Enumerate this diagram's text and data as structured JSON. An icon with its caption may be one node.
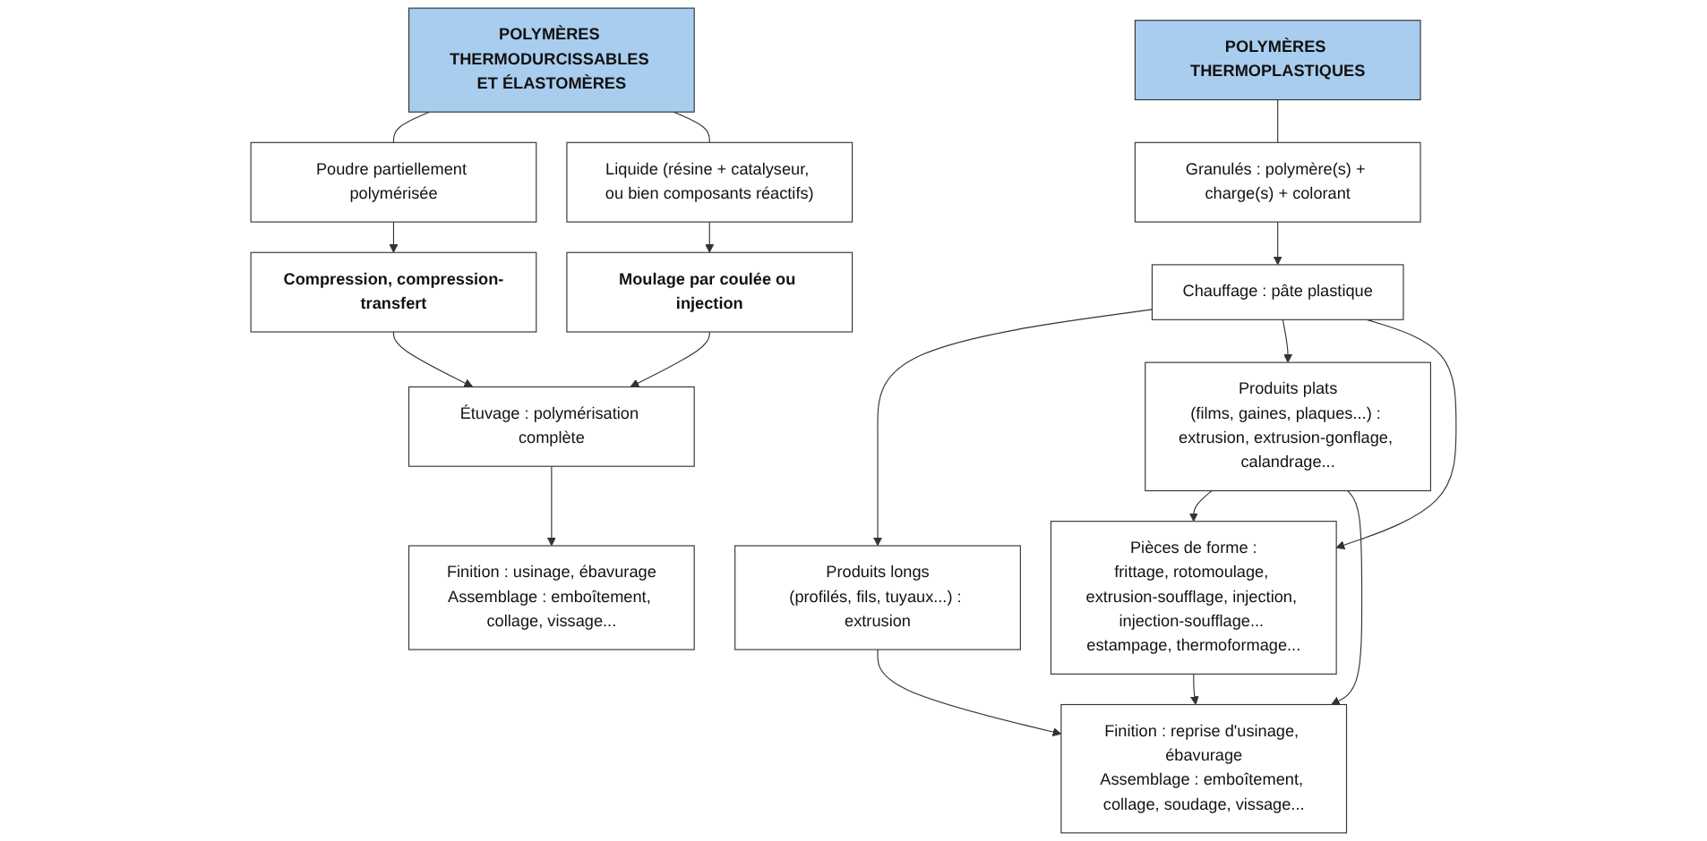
{
  "diagram": {
    "nodes": [
      {
        "text": [
          "POLYMÈRES THERMOPLASTIQUES"
        ]
      },
      {
        "text": [
          "Granulés : polymère(s) + charge(s) + colorant"
        ]
      },
      {
        "text": [
          "Chauffage : pâte plastique"
        ]
      },
      {
        "text": [
          "Produits longs",
          "(profilés, fils, tuyaux...) : extrusion"
        ]
      },
      {
        "text": [
          "Produits plats",
          "(films, gaines, plaques...) : extrusion, extrusion-gonflage, calandrage..."
        ]
      },
      {
        "text": [
          "Pièces de forme :",
          "frittage, rotomoulage, extrusion-soufflage, injection, injection-soufflage... estampage, thermoformage..."
        ]
      },
      {
        "text": [
          "Finition : reprise d'usinage, ébavurage",
          "Assemblage : emboîtement, collage, soudage, vissage..."
        ]
      },
      {
        "text": [
          "POLYMÈRES THERMODURCISSABLES ET ÉLASTOMÈRES"
        ]
      },
      {
        "text": [
          "Poudre partiellement polymérisée"
        ]
      },
      {
        "text": [
          "Liquide (résine + catalyseur, ou bien composants réactifs)"
        ]
      },
      {
        "text": [
          "Compression, compression-transfert"
        ]
      },
      {
        "text": [
          "Moulage par coulée ou injection"
        ]
      },
      {
        "text": [
          "Étuvage : polymérisation complète"
        ]
      },
      {
        "text": [
          "Finition : usinage, ébavurage",
          "Assemblage : emboîtement, collage, vissage..."
        ]
      }
    ],
    "edges": [
      {
        "from": 0,
        "to": 1,
        "arrow": "none"
      },
      {
        "from": 1,
        "to": 2,
        "arrow": "to"
      },
      {
        "from": 2,
        "to": 3,
        "arrow": "to"
      },
      {
        "from": 2,
        "to": 4,
        "arrow": "to"
      },
      {
        "from": 2,
        "to": 5,
        "arrow": "to"
      },
      {
        "from": 4,
        "to": 5,
        "arrow": "to"
      },
      {
        "from": 3,
        "to": 6,
        "arrow": "to"
      },
      {
        "from": 4,
        "to": 6,
        "arrow": "to"
      },
      {
        "from": 5,
        "to": 6,
        "arrow": "to"
      },
      {
        "from": 7,
        "to": 8,
        "arrow": "none"
      },
      {
        "from": 7,
        "to": 9,
        "arrow": "none"
      },
      {
        "from": 8,
        "to": 10,
        "arrow": "to"
      },
      {
        "from": 9,
        "to": 11,
        "arrow": "to"
      },
      {
        "from": 10,
        "to": 12,
        "arrow": "to"
      },
      {
        "from": 11,
        "to": 12,
        "arrow": "to"
      },
      {
        "from": 12,
        "to": 13,
        "arrow": "to"
      }
    ]
  }
}
